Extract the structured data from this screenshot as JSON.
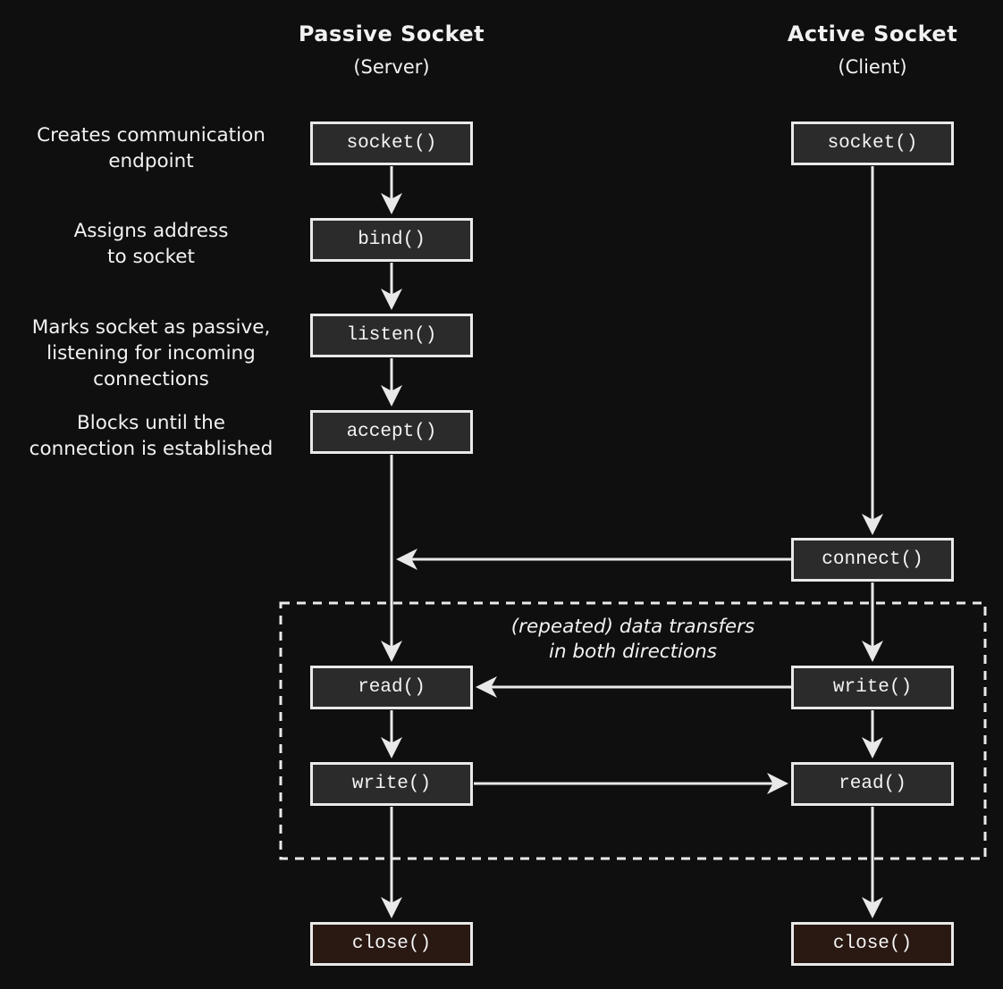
{
  "columns": {
    "server": {
      "title": "Passive Socket",
      "subtitle": "(Server)"
    },
    "client": {
      "title": "Active Socket",
      "subtitle": "(Client)"
    }
  },
  "server_calls": {
    "socket": "socket()",
    "bind": "bind()",
    "listen": "listen()",
    "accept": "accept()",
    "read": "read()",
    "write": "write()",
    "close": "close()"
  },
  "client_calls": {
    "socket": "socket()",
    "connect": "connect()",
    "write": "write()",
    "read": "read()",
    "close": "close()"
  },
  "notes": {
    "socket": [
      "Creates communication",
      "endpoint"
    ],
    "bind": [
      "Assigns address",
      "to socket"
    ],
    "listen": [
      "Marks socket as passive,",
      "listening for incoming",
      "connections"
    ],
    "accept": [
      "Blocks until the",
      "connection is established"
    ]
  },
  "transfer_region": {
    "line1": "(repeated) data transfers",
    "line2": "in both directions"
  },
  "colors": {
    "background": "#0f0f0f",
    "stroke": "#e9e9e9",
    "box_fill": "#2b2b2b",
    "close_fill": "#2a1812"
  }
}
